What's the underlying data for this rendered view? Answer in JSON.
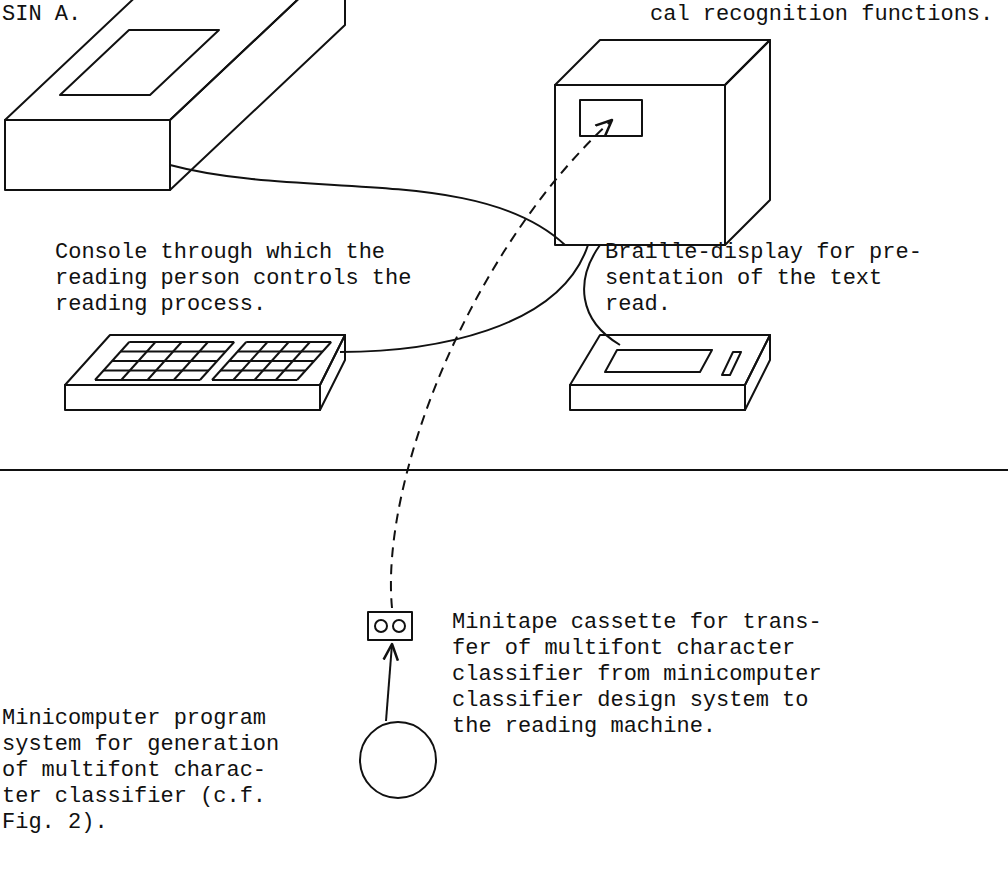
{
  "diagram": {
    "labels": [
      "SIN A.",
      "cal recognition functions.",
      "Console through which the reading person controls the reading process.",
      "Braille-display for pre- sentation of the text read.",
      "Minitape cassette for trans- fer of multifont character classifier from minicomputer classifier design system to the reading machine.",
      "Minicomputer program system for generation of multifont charac- ter classifier (c.f. Fig. 2)."
    ]
  }
}
